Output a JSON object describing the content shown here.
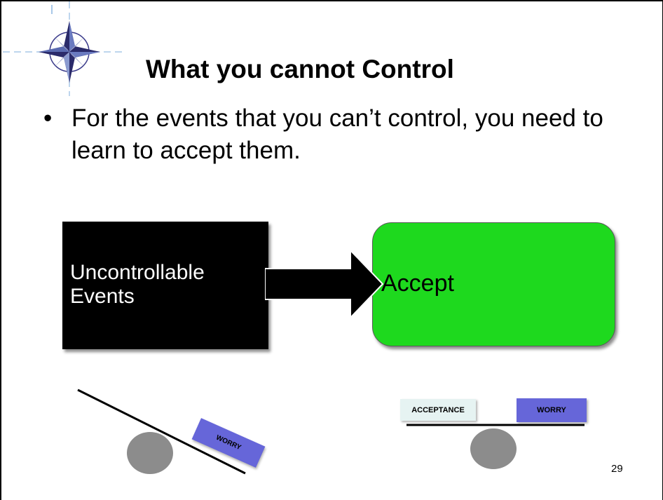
{
  "slide": {
    "title": "What you cannot Control",
    "bullet_symbol": "•",
    "bullet_text": "For the events that you can’t control, you need to learn to accept them.",
    "page_number": "29"
  },
  "diagram": {
    "left_box_text": "Uncontrollable Events",
    "right_box_text": "Accept",
    "colors": {
      "left_box": "#000000",
      "right_box": "#1ed91e",
      "worry_block": "#6666d9",
      "acceptance_block": "#e6f3f2",
      "fulcrum": "#8c8c8c"
    }
  },
  "scales": {
    "left_worry_label": "WORRY",
    "right_acceptance_label": "ACCEPTANCE",
    "right_worry_label": "WORRY"
  },
  "icons": {
    "compass": "compass-rose-icon",
    "arrow": "right-arrow-icon"
  }
}
